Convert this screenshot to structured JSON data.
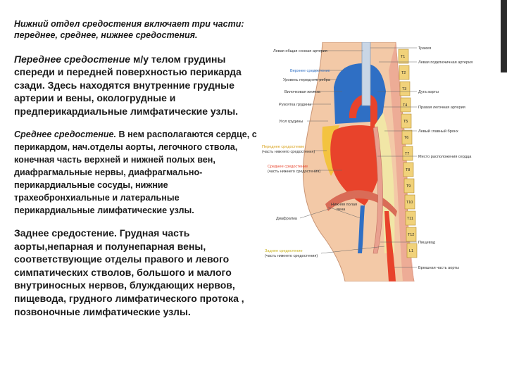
{
  "slide": {
    "intro": "Нижний отдел средостения включает три части: переднее, среднее, нижнее средостения.",
    "anterior": {
      "lead": "Переднее средостение",
      "text": " м/у телом грудины спереди и передней поверхностью перикарда сзади. Здесь находятся внутренние грудные артерии и вены, окологрудные и предперикардиальные лимфатические узлы."
    },
    "middle": {
      "lead": "Среднее средостение.",
      "text": " В нем располагаются сердце, с перикардом, нач.отделы аорты, легочного ствола, конечная часть верхней и нижней полых вен, диафрагмальные нервы, диафрагмально-перикардиальные сосуды, нижние трахеобронхиальные и латеральные перикардиальные лимфатические узлы."
    },
    "posterior": {
      "text": "Заднее средостение. Грудная часть аорты,непарная и полунепарная вены, соответствующие отделы правого и левого симпатических стволов, большого и малого внутриносных нервов, блуждающих нервов, пищевода, грудного лимфатического протока , позвоночные лимфатические узлы."
    }
  },
  "figure": {
    "left_labels": {
      "l1": "Левая общая сонная артерия",
      "l2": "Верхнее средостение",
      "l3": "Уровень переднего ребра",
      "l4": "Вилочковая железа",
      "l5": "Рукоятка грудины",
      "l6": "Угол грудины",
      "l7a": "Переднее средостение",
      "l7b": "(часть нижнего средостения)",
      "l8a": "Среднее средостение",
      "l8b": "(часть нижнего средостения)",
      "l9a": "Нижняя полая",
      "l9b": "вена",
      "l10": "Диафрагма",
      "l11a": "Заднее средостение",
      "l11b": "(часть нижнего средостения)"
    },
    "right_labels": {
      "r1": "Трахея",
      "r2": "Левая подключичная артерия",
      "r3": "Дуга аорты",
      "r4": "Правая легочная артерия",
      "r5": "Левый главный бронх",
      "r6": "Место расположения сердца",
      "r7": "Пищевод",
      "r8": "Брюшная часть аорты"
    },
    "vertebrae": {
      "v1": "T1",
      "v2": "T2",
      "v3": "T3",
      "v4": "T4",
      "v5": "T5",
      "v6": "T6",
      "v7": "T7",
      "v8": "T8",
      "v9": "T9",
      "v10": "T10",
      "v11": "T11",
      "v12": "T12",
      "v13": "L1"
    },
    "colors": {
      "superior": "#2f6fc4",
      "anterior": "#f3c340",
      "middle": "#e8432b",
      "posterior": "#f1e6a6",
      "skin": "#f3c9a7",
      "spine": "#f1d27a",
      "muscle": "#e9a08f"
    }
  }
}
